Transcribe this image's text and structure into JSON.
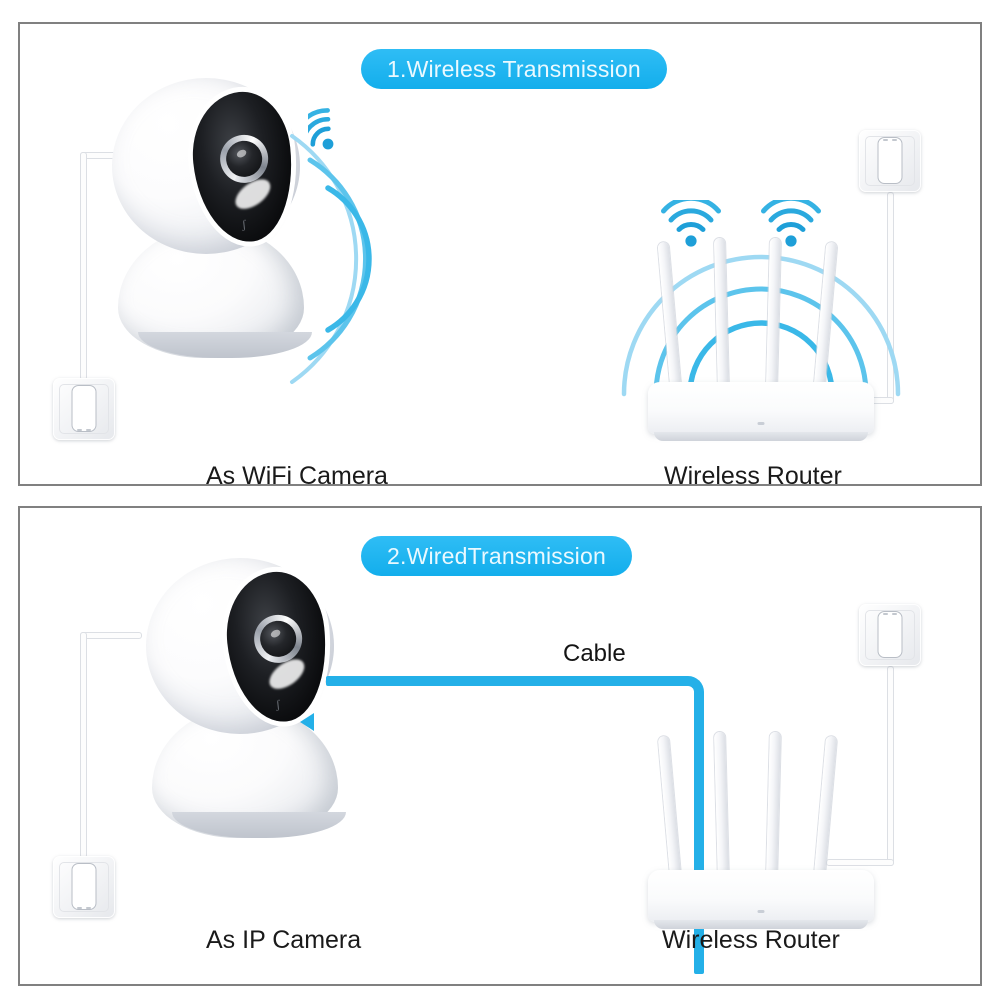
{
  "page": {
    "type": "product-infographic",
    "background_color": "#ffffff",
    "panel_border_color": "#808080",
    "accent_blue": "#24b0e8",
    "pill_blue": "#13aeec",
    "pill_text_color": "#eaf9ff",
    "caption_color": "#1a1a1a"
  },
  "panels": [
    {
      "id": "wireless",
      "title": "1.Wireless Transmission",
      "left_device": {
        "name": "camera",
        "caption": "As WiFi Camera",
        "icons": [
          "wifi-icon",
          "wall-outlet-icon",
          "power-cord"
        ]
      },
      "right_device": {
        "name": "router",
        "caption": "Wireless Router",
        "antenna_count": 4,
        "icons": [
          "wifi-icon",
          "wifi-icon",
          "wall-outlet-icon",
          "power-cord"
        ]
      },
      "connection": {
        "kind": "wireless",
        "label": "",
        "signal_arcs": 3
      }
    },
    {
      "id": "wired",
      "title": "2.WiredTransmission",
      "left_device": {
        "name": "camera",
        "caption": "As IP Camera",
        "icons": [
          "wall-outlet-icon",
          "power-cord"
        ]
      },
      "right_device": {
        "name": "router",
        "caption": "Wireless Router",
        "antenna_count": 4,
        "icons": [
          "wall-outlet-icon",
          "power-cord"
        ]
      },
      "connection": {
        "kind": "wired",
        "label": "Cable",
        "cable_color": "#24b0e8"
      }
    }
  ]
}
